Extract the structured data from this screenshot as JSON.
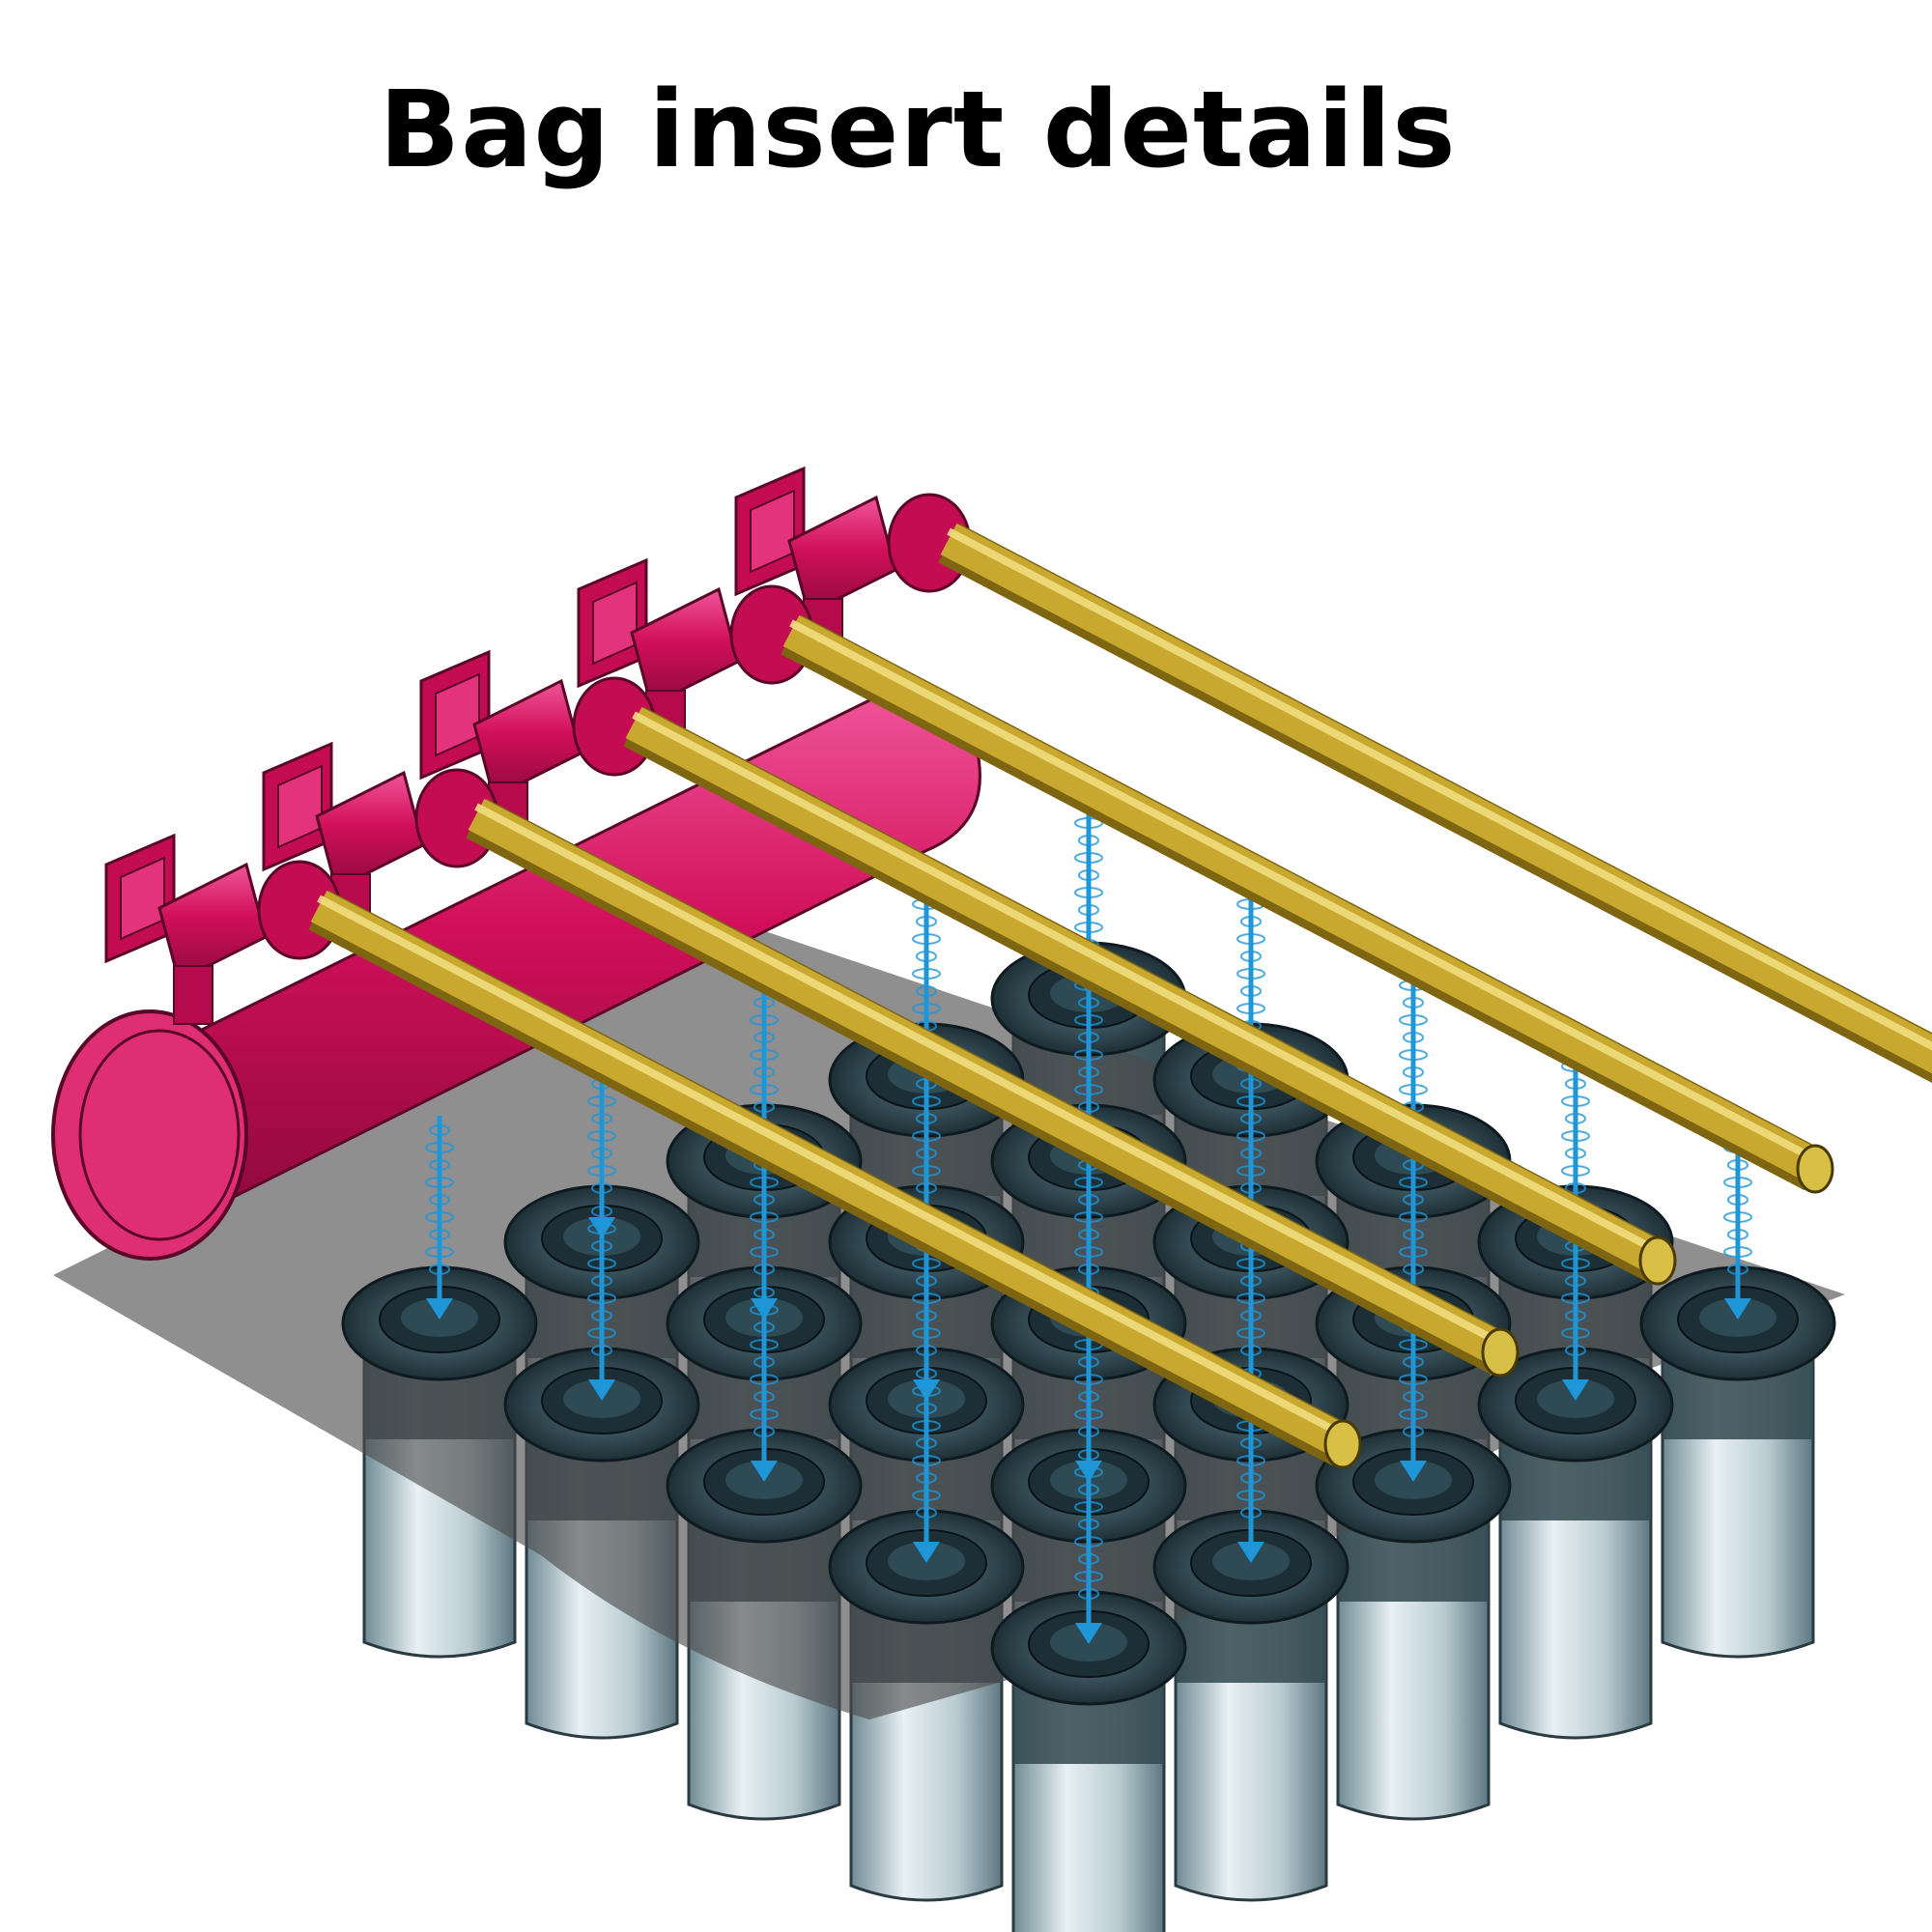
{
  "title": "Bag insert details",
  "colors": {
    "header": "#d10f5a",
    "header_dark": "#8f0a3d",
    "header_light": "#f0559a",
    "blowpipe": "#c8a82e",
    "blowpipe_dark": "#7d6512",
    "blowpipe_light": "#f2de80",
    "bag_top": "#3a5560",
    "bag_ring": "#1d2f36",
    "bag_body_light": "#e8f1f4",
    "bag_body_dark": "#6f8a94",
    "tubesheet": "#4a4a4a",
    "air_pulse": "#1e96d8"
  },
  "components": {
    "header_tank": "header-tank",
    "diaphragm_valves": 5,
    "blowpipes": 5,
    "bag_rows": 5,
    "bags_per_row": 5
  },
  "icons": [
    "down-arrow-icon"
  ]
}
